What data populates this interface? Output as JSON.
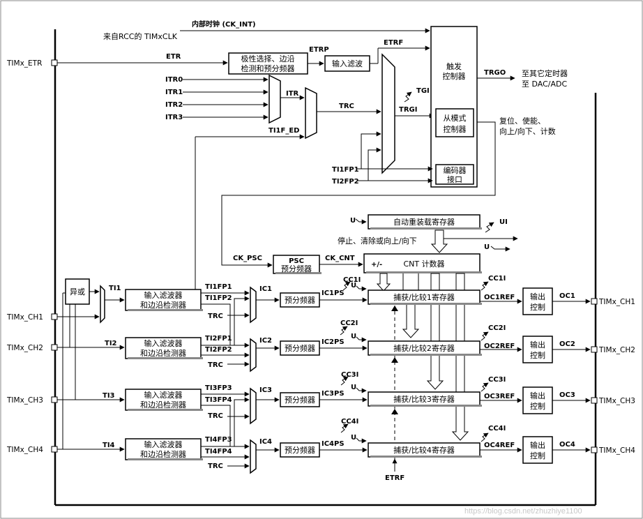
{
  "signals": {
    "ck_int": "内部时钟 (CK_INT)",
    "rcc": "来自RCC的 TIMxCLK",
    "etr": "ETR",
    "etrp": "ETRP",
    "etrf": "ETRF",
    "itr0": "ITR0",
    "itr1": "ITR1",
    "itr2": "ITR2",
    "itr3": "ITR3",
    "itr": "ITR",
    "trc": "TRC",
    "ti1f_ed": "TI1F_ED",
    "tgi": "TGI",
    "trgi": "TRGI",
    "trgo": "TRGO",
    "ti1fp1": "TI1FP1",
    "ti2fp2": "TI2FP2",
    "ck_psc": "CK_PSC",
    "ck_cnt": "CK_CNT",
    "u": "U",
    "ui": "UI",
    "ti1": "TI1",
    "ti2": "TI2",
    "ti3": "TI3",
    "ti4": "TI4",
    "ti1fp1_b": "TI1FP1",
    "ti1fp2": "TI1FP2",
    "ti2fp1": "TI2FP1",
    "ti2fp2_b": "TI2FP2",
    "ti3fp3": "TI3FP3",
    "ti3fp4": "TI3FP4",
    "ti4fp3": "TI4FP3",
    "ti4fp4": "TI4FP4",
    "ic1": "IC1",
    "ic2": "IC2",
    "ic3": "IC3",
    "ic4": "IC4",
    "ic1ps": "IC1PS",
    "ic2ps": "IC2PS",
    "ic3ps": "IC3PS",
    "ic4ps": "IC4PS",
    "cc1i": "CC1I",
    "cc2i": "CC2I",
    "cc3i": "CC3I",
    "cc4i": "CC4I",
    "oc1ref": "OC1REF",
    "oc2ref": "OC2REF",
    "oc3ref": "OC3REF",
    "oc4ref": "OC4REF",
    "oc1": "OC1",
    "oc2": "OC2",
    "oc3": "OC3",
    "oc4": "OC4"
  },
  "pins": {
    "etr": "TIMx_ETR",
    "ch1": "TIMx_CH1",
    "ch2": "TIMx_CH2",
    "ch3": "TIMx_CH3",
    "ch4": "TIMx_CH4"
  },
  "blocks": {
    "polarity_line1": "极性选择、边沿",
    "polarity_line2": "检测和预分频器",
    "input_filter": "输入滤波",
    "trigger_line1": "触发",
    "trigger_line2": "控制器",
    "slave_line1": "从模式",
    "slave_line2": "控制器",
    "encoder_line1": "编码器",
    "encoder_line2": "接口",
    "auto_reload": "自动重装载寄存器",
    "psc": "PSC",
    "psc_sub": "预分频器",
    "cnt_sign": "+/-",
    "cnt": "CNT 计数器",
    "xor": "异或",
    "filter_line1": "输入滤波器",
    "filter_line2": "和边沿检测器",
    "prescaler": "预分频器",
    "ccr1": "捕获/比较1寄存器",
    "ccr2": "捕获/比较2寄存器",
    "ccr3": "捕获/比较3寄存器",
    "ccr4": "捕获/比较4寄存器",
    "out_line1": "输出",
    "out_line2": "控制"
  },
  "annotations": {
    "to_other_line1": "至其它定时器",
    "to_other_line2": "至 DAC/ADC",
    "reset_line1": "复位、使能、",
    "reset_line2": "向上/向下、计数",
    "stop_clear": "停止、清除或向上/向下",
    "watermark": "https://blog.csdn.net/zhuzhiye1100"
  }
}
